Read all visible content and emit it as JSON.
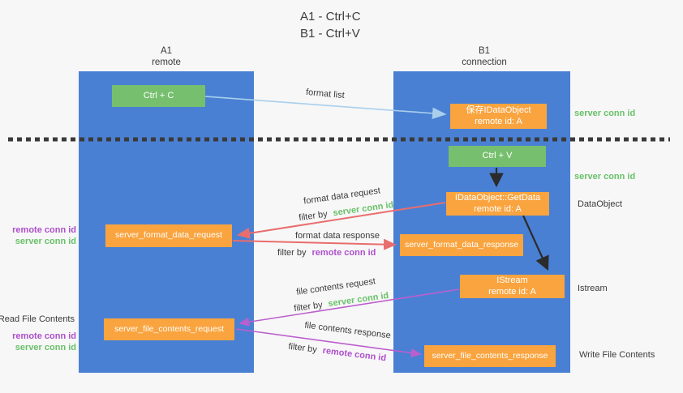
{
  "title": {
    "line1": "A1 - Ctrl+C",
    "line2": "B1 - Ctrl+V"
  },
  "lifelines": {
    "left": {
      "title": "A1",
      "subtitle": "remote"
    },
    "right": {
      "title": "B1",
      "subtitle": "connection"
    }
  },
  "nodes": {
    "ctrl_c": "Ctrl + C",
    "ctrl_v": "Ctrl + V",
    "save_dataobject": {
      "line1": "保存IDataObject",
      "line2": "remote id: A"
    },
    "getdata": {
      "line1": "IDataObject::GetData",
      "line2": "remote id: A"
    },
    "istream": {
      "line1": "IStream",
      "line2": "remote id: A"
    },
    "server_format_data_request": "server_format_data_request",
    "server_format_data_response": "server_format_data_response",
    "server_file_contents_request": "server_file_contents_request",
    "server_file_contents_response": "server_file_contents_response"
  },
  "arrow_labels": {
    "format_list": "format list",
    "format_data_request": "format data request",
    "format_data_response": "format data response",
    "file_contents_request": "file contents request",
    "file_contents_response": "file contents response",
    "filter_by": "filter by",
    "server_conn_id": "server conn id",
    "remote_conn_id": "remote conn id"
  },
  "side_labels": {
    "right_server_conn_top": "server conn id",
    "right_server_conn_mid": "server conn id",
    "dataobject": "DataObject",
    "istream": "Istream",
    "write_file_contents": "Write File Contents",
    "left_remote_conn_top": "remote conn id",
    "left_server_conn_top": "server conn id",
    "read_file_contents": "Read File Contents",
    "left_remote_conn_bottom": "remote conn id",
    "left_server_conn_bottom": "server conn id"
  },
  "colors": {
    "background": "#f7f7f7",
    "lifeline_blue": "#4a80d3",
    "node_green": "#76bf6e",
    "node_orange": "#f9a43f",
    "arrow_salmon": "#e96d6d",
    "arrow_purple": "#bc5fce",
    "arrow_lightblue": "#a9cfec",
    "arrow_black": "#2b2b2b",
    "text_green": "#68c168",
    "text_purple": "#ad4fcb",
    "text_dark": "#3a3a3a"
  }
}
